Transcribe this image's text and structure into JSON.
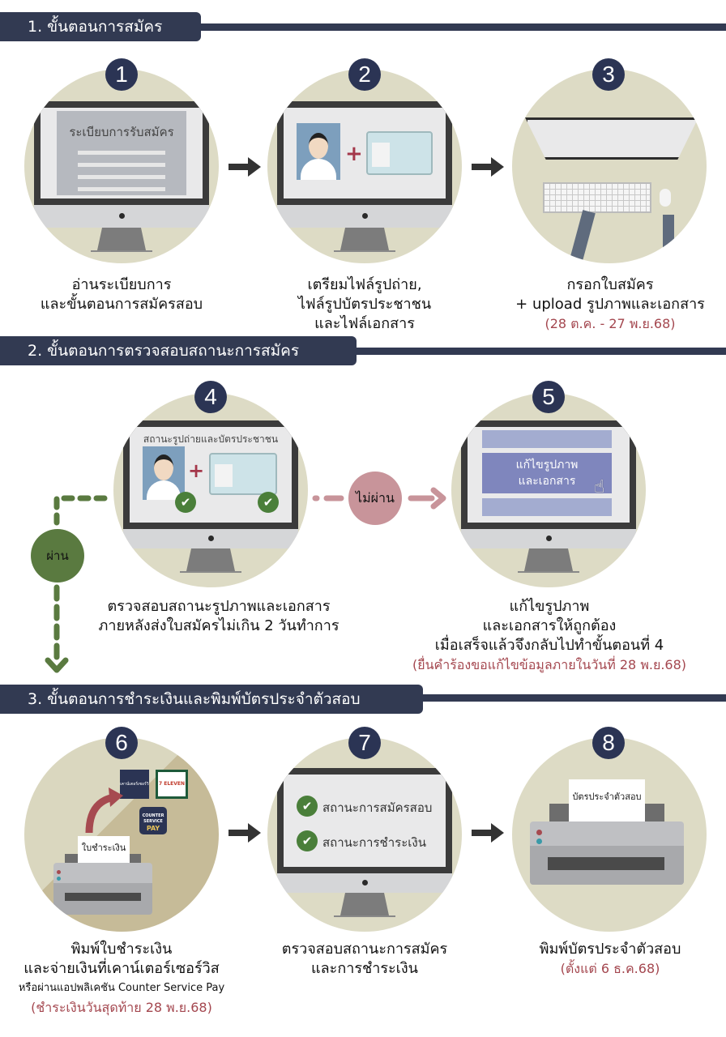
{
  "sections": [
    {
      "title": "1. ขั้นตอนการสมัคร"
    },
    {
      "title": "2. ขั้นตอนการตรวจสอบสถานะการสมัคร"
    },
    {
      "title": "3. ขั้นตอนการชำระเงินและพิมพ์บัตรประจำตัวสอบ"
    }
  ],
  "steps": [
    {
      "number": "1",
      "screen_title": "ระเบียบการรับสมัคร",
      "caption": [
        "อ่านระเบียบการ",
        "และขั้นตอนการสมัครสอบ"
      ]
    },
    {
      "number": "2",
      "plus": "+",
      "caption": [
        "เตรียมไฟล์รูปถ่าย,",
        "ไฟล์รูปบัตรประชาชน",
        "และไฟล์เอกสาร"
      ]
    },
    {
      "number": "3",
      "caption": [
        "กรอกใบสมัคร",
        "+ upload รูปภาพและเอกสาร"
      ],
      "note": "(28 ต.ค. - 27 พ.ย.68)"
    },
    {
      "number": "4",
      "screen_title": "สถานะรูปถ่ายและบัตรประชาชน",
      "plus": "+",
      "check": "✔",
      "caption": [
        "ตรวจสอบสถานะรูปภาพและเอกสาร",
        "ภายหลังส่งใบสมัครไม่เกิน 2 วันทำการ"
      ]
    },
    {
      "number": "5",
      "screen_button": [
        "แก้ไขรูปภาพ",
        "และเอกสาร"
      ],
      "caption": [
        "แก้ไขรูปภาพ",
        "และเอกสารให้ถูกต้อง",
        "เมื่อเสร็จแล้วจึงกลับไปทำขั้นตอนที่ 4"
      ],
      "note": "(ยื่นคำร้องขอแก้ไขข้อมูลภายในวันที่ 28 พ.ย.68)"
    },
    {
      "number": "6",
      "paper": "ใบชำระเงิน",
      "caption": [
        "พิมพ์ใบชำระเงิน",
        "และจ่ายเงินที่เคาน์เตอร์เซอร์วิส"
      ],
      "sub": "หรือผ่านแอปพลิเคชัน Counter Service Pay",
      "note": "(ชำระเงินวันสุดท้าย 28 พ.ย.68)",
      "logos": {
        "counter_service": "เคาน์เตอร์เซอร์วิส",
        "seven_eleven": "7 ELEVEN",
        "cs_pay": [
          "COUNTER",
          "SERVICE",
          "PAY"
        ]
      }
    },
    {
      "number": "7",
      "status_items": [
        "สถานะการสมัครสอบ",
        "สถานะการชำระเงิน"
      ],
      "check": "✔",
      "caption": [
        "ตรวจสอบสถานะการสมัคร",
        "และการชำระเงิน"
      ]
    },
    {
      "number": "8",
      "paper": "บัตรประจำตัวสอบ",
      "caption": [
        "พิมพ์บัตรประจำตัวสอบ"
      ],
      "note": "(ตั้งแต่ 6 ธ.ค.68)"
    }
  ],
  "branches": {
    "pass": "ผ่าน",
    "fail": "ไม่ผ่าน"
  },
  "colors": {
    "navy": "#323a52",
    "circle_bg": "#dddbc5",
    "pass_green": "#5a7a40",
    "fail_pink": "#c8949a",
    "note_red": "#a4474f",
    "check_green": "#4a7f3a"
  }
}
